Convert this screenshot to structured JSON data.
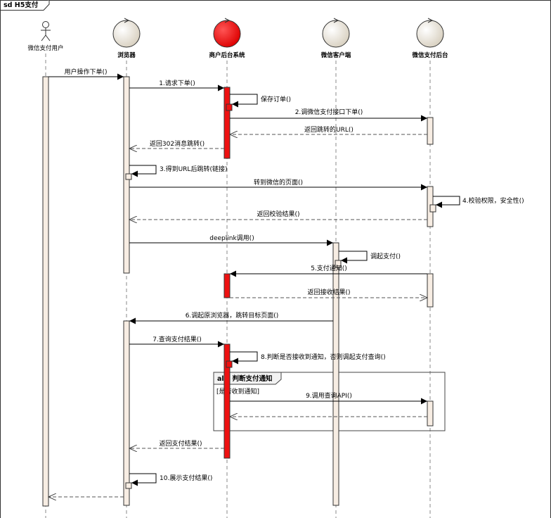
{
  "frame": {
    "title": "sd H5支付"
  },
  "colors": {
    "activation": "#f7ede3",
    "activation_red": "#ee1111",
    "lifeline": "#888888",
    "arrow": "#000000",
    "return_arrow": "#555555",
    "fragment_header": "#f2f2f2"
  },
  "participants": [
    {
      "name": "微信支付用户",
      "kind": "actor",
      "icon": "stick-figure-icon"
    },
    {
      "name": "浏览器",
      "kind": "control",
      "icon": "control-circle-icon"
    },
    {
      "name": "商户后台系统",
      "kind": "control-highlight",
      "icon": "red-control-circle-icon"
    },
    {
      "name": "微信客户端",
      "kind": "control",
      "icon": "control-circle-icon"
    },
    {
      "name": "微信支付后台",
      "kind": "control",
      "icon": "control-circle-icon"
    }
  ],
  "messages": [
    {
      "label": "用户操作下单()"
    },
    {
      "label": "1.请求下单()"
    },
    {
      "label": "保存订单()"
    },
    {
      "label": "2.调微信支付接口下单()"
    },
    {
      "label": "返回跳转的URL()"
    },
    {
      "label": "返回302消息跳转()"
    },
    {
      "label": "3.得到URL后跳转(链接)"
    },
    {
      "label": "转到微信的页面()"
    },
    {
      "label": "4.校验权限，安全性()"
    },
    {
      "label": "返回校验结果()"
    },
    {
      "label": "deeplink调用()"
    },
    {
      "label": "调起支付()"
    },
    {
      "label": "5.支付通知()"
    },
    {
      "label": "返回接收结果()"
    },
    {
      "label": "6.调起原浏览器，跳转目标页面()"
    },
    {
      "label": "7.查询支付结果()"
    },
    {
      "label": "8.判断是否接收到通知，否则调起支付查询()"
    },
    {
      "label": "9.调用查询API()"
    },
    {
      "label": ""
    },
    {
      "label": "返回支付结果()"
    },
    {
      "label": "10.展示支付结果()"
    },
    {
      "label": ""
    }
  ],
  "fragment": {
    "operator": "alt",
    "title": "判断支付通知",
    "guard": "[是否收到通知]"
  }
}
